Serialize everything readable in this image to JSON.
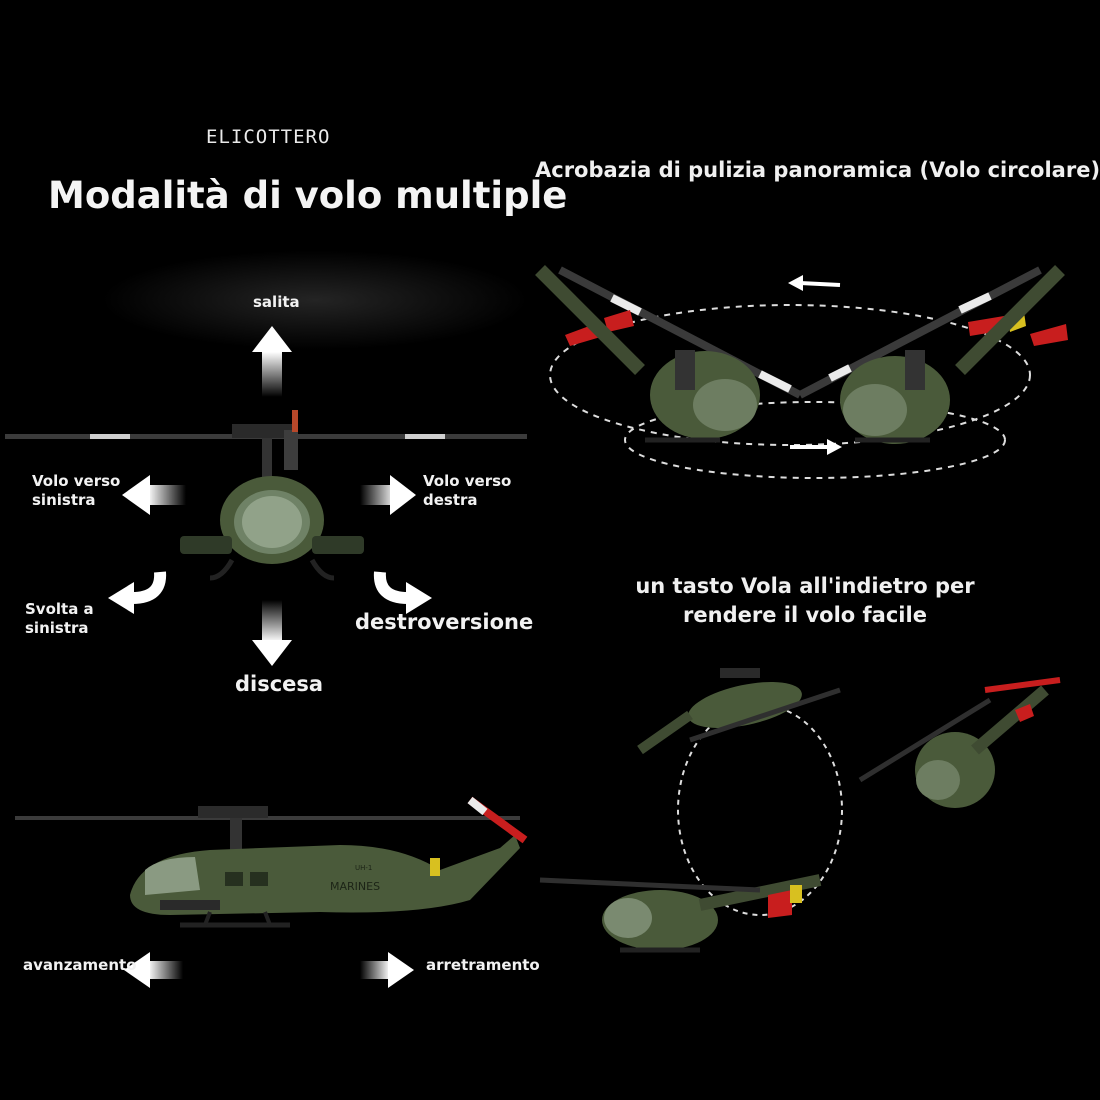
{
  "brand": "ELICOTTERO",
  "title": "Modalità di volo multiple",
  "sections": {
    "circular": "Acrobazia di pulizia panoramica (Volo circolare)",
    "one_key_back": "un tasto Vola all'indietro per rendere il volo facile"
  },
  "directions": {
    "up": "salita",
    "left": "Volo verso sinistra",
    "right": "Volo verso destra",
    "turn_left": "Svolta a sinistra",
    "turn_right": "destroversione",
    "down": "discesa",
    "forward": "avanzamento",
    "backward": "arretramento"
  },
  "helicopter": {
    "tail_marking": "MARINES",
    "model_marking": "UH-1"
  },
  "colors": {
    "body_green": "#4a5a3a",
    "tail_red": "#c81e1e",
    "accent_yellow": "#d8c020",
    "arrow_white": "#ffffff"
  }
}
